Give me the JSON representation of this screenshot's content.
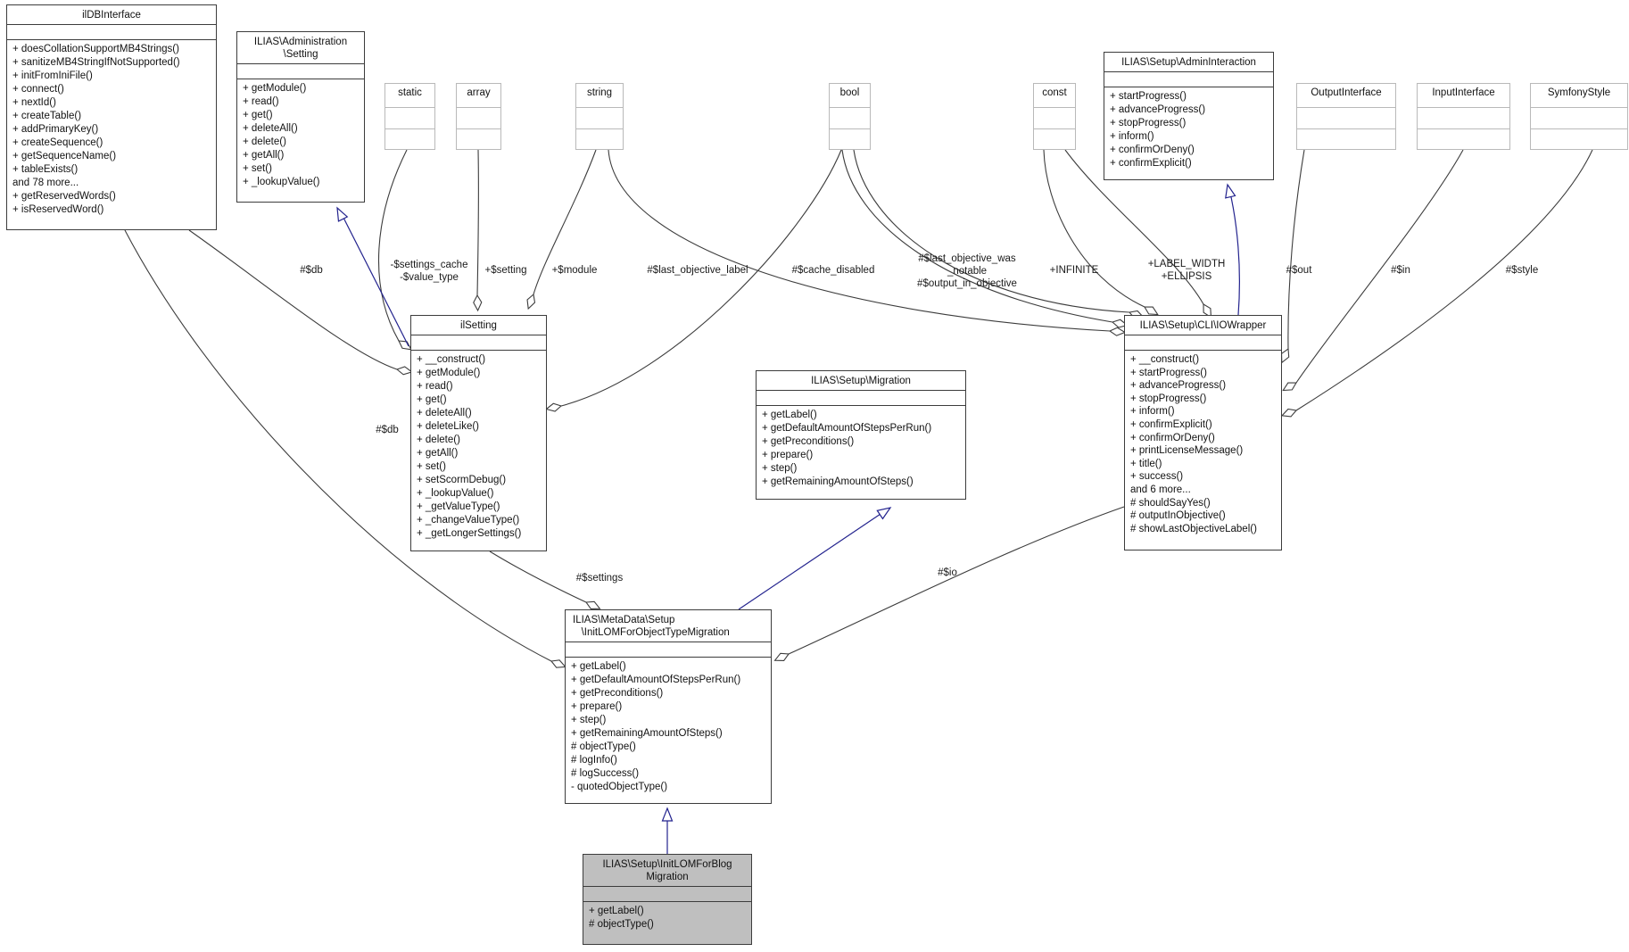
{
  "colors": {
    "edge": "#3c3c3c",
    "inheritance": "#23238e",
    "node_border": "#3c3c3c",
    "type_border": "#b9b9b9",
    "gray_node_fill": "#bfbfbf"
  },
  "classes": {
    "ildbinterface": {
      "title": "ilDBInterface",
      "methods": [
        "+ doesCollationSupportMB4Strings()",
        "+ sanitizeMB4StringIfNotSupported()",
        "+ initFromIniFile()",
        "+ connect()",
        "+ nextId()",
        "+ createTable()",
        "+ addPrimaryKey()",
        "+ createSequence()",
        "+ getSequenceName()",
        "+ tableExists()",
        "and 78 more...",
        "+ getReservedWords()",
        "+ isReservedWord()"
      ]
    },
    "admin_setting": {
      "title": "ILIAS\\Administration\n\\Setting",
      "methods": [
        "+ getModule()",
        "+ read()",
        "+ get()",
        "+ deleteAll()",
        "+ delete()",
        "+ getAll()",
        "+ set()",
        "+ _lookupValue()"
      ]
    },
    "ilsetting": {
      "title": "ilSetting",
      "methods": [
        "+ __construct()",
        "+ getModule()",
        "+ read()",
        "+ get()",
        "+ deleteAll()",
        "+ deleteLike()",
        "+ delete()",
        "+ getAll()",
        "+ set()",
        "+ setScormDebug()",
        "+ _lookupValue()",
        "+ _getValueType()",
        "+ _changeValueType()",
        "+ _getLongerSettings()"
      ]
    },
    "migration": {
      "title": "ILIAS\\Setup\\Migration",
      "methods": [
        "+ getLabel()",
        "+ getDefaultAmountOfStepsPerRun()",
        "+ getPreconditions()",
        "+ prepare()",
        "+ step()",
        "+ getRemainingAmountOfSteps()"
      ]
    },
    "admin_interaction": {
      "title": "ILIAS\\Setup\\AdminInteraction",
      "methods": [
        "+ startProgress()",
        "+ advanceProgress()",
        "+ stopProgress()",
        "+ inform()",
        "+ confirmOrDeny()",
        "+ confirmExplicit()"
      ]
    },
    "iowrapper": {
      "title": "ILIAS\\Setup\\CLI\\IOWrapper",
      "methods": [
        "+ __construct()",
        "+ startProgress()",
        "+ advanceProgress()",
        "+ stopProgress()",
        "+ inform()",
        "+ confirmExplicit()",
        "+ confirmOrDeny()",
        "+ printLicenseMessage()",
        "+ title()",
        "+ success()",
        "and 6 more...",
        "# shouldSayYes()",
        "# outputInObjective()",
        "# showLastObjectiveLabel()"
      ]
    },
    "initlom": {
      "title": "ILIAS\\MetaData\\Setup\n   \\InitLOMForObjectTypeMigration",
      "methods": [
        "+ getLabel()",
        "+ getDefaultAmountOfStepsPerRun()",
        "+ getPreconditions()",
        "+ prepare()",
        "+ step()",
        "+ getRemainingAmountOfSteps()",
        "# objectType()",
        "# logInfo()",
        "# logSuccess()",
        "- quotedObjectType()"
      ]
    },
    "blog": {
      "title": "ILIAS\\Setup\\InitLOMForBlog\nMigration",
      "methods": [
        "+ getLabel()",
        "# objectType()"
      ]
    }
  },
  "types": {
    "static": "static",
    "array": "array",
    "string": "string",
    "bool": "bool",
    "const": "const",
    "output_interface": "OutputInterface",
    "input_interface": "InputInterface",
    "symfony_style": "SymfonyStyle"
  },
  "edges": {
    "labels": [
      {
        "text": "#$db"
      },
      {
        "text": "-$settings_cache\n-$value_type"
      },
      {
        "text": "+$setting"
      },
      {
        "text": "+$module"
      },
      {
        "text": "#$last_objective_label"
      },
      {
        "text": "#$cache_disabled"
      },
      {
        "text": "#$last_objective_was\n_notable\n#$output_in_objective"
      },
      {
        "text": "+INFINITE"
      },
      {
        "text": "+LABEL_WIDTH\n+ELLIPSIS"
      },
      {
        "text": "#$out"
      },
      {
        "text": "#$in"
      },
      {
        "text": "#$style"
      },
      {
        "text": "#$db"
      },
      {
        "text": "#$settings"
      },
      {
        "text": "#$io"
      }
    ]
  }
}
